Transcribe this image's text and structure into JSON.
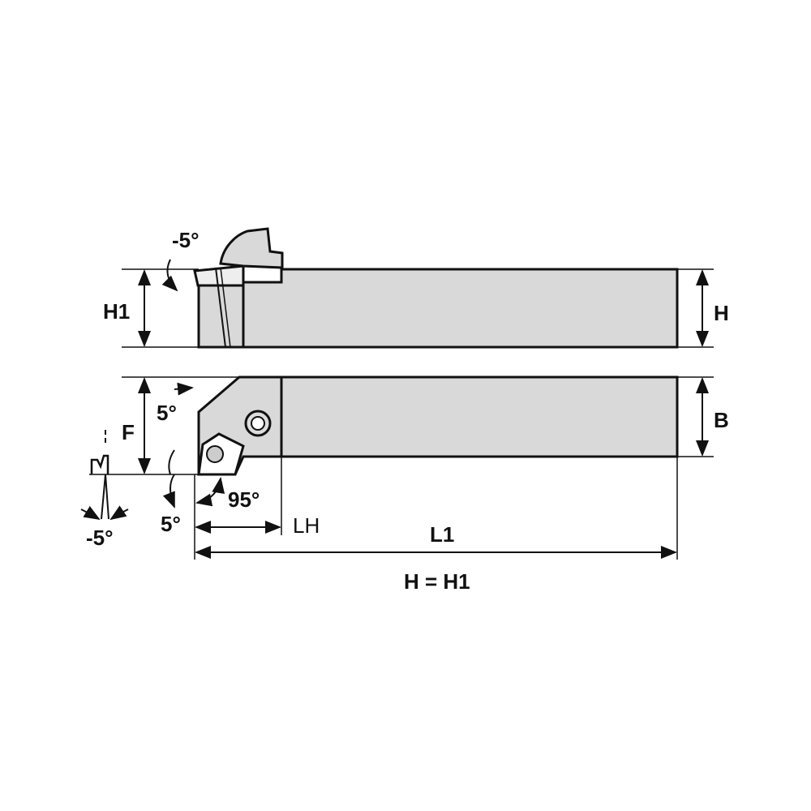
{
  "colors": {
    "body_fill": "#d9d9d9",
    "stroke": "#111111"
  },
  "labels": {
    "h1_left": "H1",
    "h_right": "H",
    "b_right": "B",
    "f_left": "F",
    "angle_top_rake": "-5°",
    "angle_clearance_top": "5°",
    "angle_clearance_bottom": "5°",
    "angle_lead": "95°",
    "angle_side_rake": "-5°",
    "lh": "LH",
    "l1": "L1",
    "note": "H = H1"
  }
}
